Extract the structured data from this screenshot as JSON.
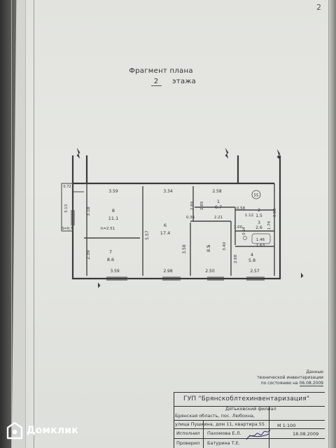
{
  "page_number": "2",
  "plan_title": {
    "line1": "Фрагмент плана",
    "floor_number": "2",
    "floor_word": "этажа"
  },
  "rooms": [
    {
      "id": "8",
      "area": "11.1",
      "dims": [
        "3.59",
        "3.18"
      ],
      "note": "h=2.51"
    },
    {
      "id": "7",
      "area": "8.6",
      "dims": [
        "3.59",
        "2.39"
      ]
    },
    {
      "id": "6",
      "area": "17.4",
      "dims": [
        "3.34",
        "2.98",
        "5.57",
        "3.58"
      ]
    },
    {
      "id": "1",
      "area": "6.7",
      "dims": [
        "2.58",
        "2.89",
        "2.89",
        "0.36"
      ]
    },
    {
      "id": "5",
      "area": "8.5",
      "dims": [
        "2.21",
        "2.50",
        "3.40"
      ]
    },
    {
      "id": "2",
      "area": "1.5",
      "dims": [
        "1.12",
        "0.58",
        "0.88"
      ]
    },
    {
      "id": "3",
      "area": "2.6",
      "dims": [
        "1.00",
        "1.46",
        "1.74"
      ]
    },
    {
      "id": "4",
      "area": "5.8",
      "dims": [
        "2.57",
        "2.68",
        "1.63",
        "0.64"
      ]
    }
  ],
  "balcony": {
    "dims": [
      "0.72",
      "3.13"
    ],
    "note": "S=0.7"
  },
  "corner_marker": "55",
  "inventory_note": {
    "line1": "Данные",
    "line2": "технической инвентаризации",
    "line3": "по состоянию на",
    "date": "06.08.2009"
  },
  "title_block": {
    "org": "ГУП \"Брянскоблтехинвентаризация\"",
    "branch": "Дятьковский филиал",
    "address1": "Брянская область, пос. Любохна,",
    "address2": "улица Пушкина, дом 11, квартира 55",
    "scale": "М 1:100",
    "executor_label": "Исполнил",
    "executor_name": "Пахомова Е.Л.",
    "checker_label": "Проверил",
    "checker_name": "Батурина Т.Е.",
    "date": "18.08.2009"
  },
  "watermark": {
    "brand": "Домклик"
  }
}
